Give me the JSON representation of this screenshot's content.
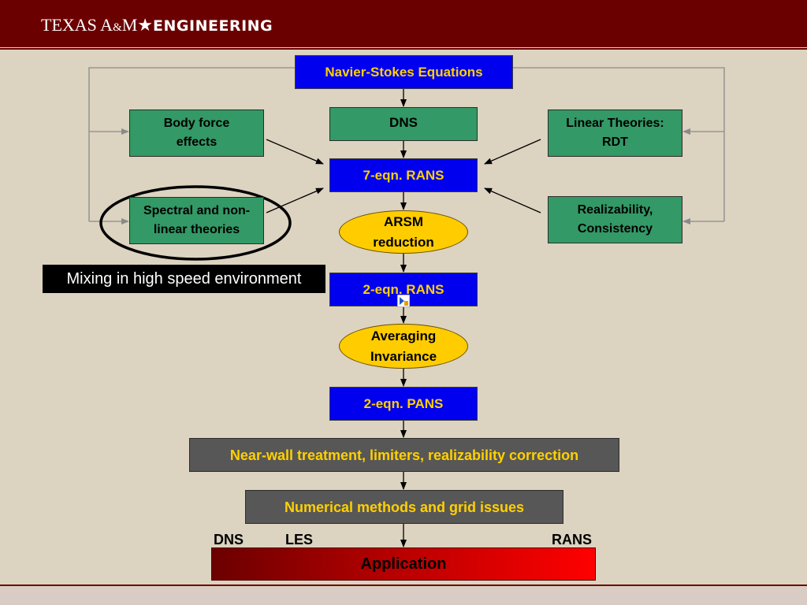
{
  "header": {
    "logo_part1": "TEXAS A",
    "logo_amp": "&",
    "logo_part2": "M",
    "logo_star": "★",
    "logo_part3": "ENGINEERING"
  },
  "diagram": {
    "navier_stokes": "Navier-Stokes Equations",
    "dns": "DNS",
    "body_force_line1": "Body force",
    "body_force_line2": "effects",
    "linear_theories_line1": "Linear Theories:",
    "linear_theories_line2": "RDT",
    "seven_eqn_rans": "7-eqn. RANS",
    "spectral_line1": "Spectral and non-",
    "spectral_line2": "linear theories",
    "realizability_line1": "Realizability,",
    "realizability_line2": "Consistency",
    "arsm_line1": "ARSM",
    "arsm_line2": "reduction",
    "mixing_label": "Mixing in high speed environment",
    "two_eqn_rans": "2-eqn. RANS",
    "averaging_line1": "Averaging",
    "averaging_line2": "Invariance",
    "two_eqn_pans": "2-eqn. PANS",
    "near_wall": "Near-wall treatment, limiters, realizability correction",
    "numerical": "Numerical methods and grid issues",
    "application": "Application",
    "scale_dns": "DNS",
    "scale_les": "LES",
    "scale_rans": "RANS"
  },
  "colors": {
    "header_maroon": "#6b0000",
    "background": "#dcd3c0",
    "box_blue": "#0000ee",
    "box_green": "#339966",
    "oval_yellow": "#ffcc00",
    "box_gray": "#575757",
    "label_gold": "#ffd000",
    "application_gradient_start": "#6b0000",
    "application_gradient_end": "#ff0000"
  },
  "icons": {
    "logo_star": "star-icon",
    "cursor": "cursor-icon"
  }
}
